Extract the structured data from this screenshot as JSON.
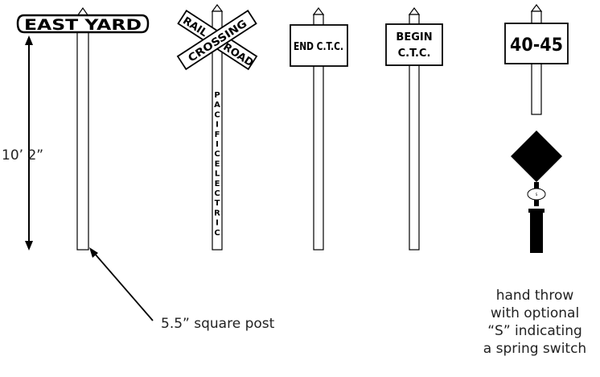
{
  "signs": {
    "east_yard": "EAST YARD",
    "crossing_upper_left": "RAIL",
    "crossing_upper_right": "CROSSING",
    "crossing_lower_left": "CROSSING",
    "crossing_lower_right": "ROAD",
    "post_lettering": [
      "P",
      "A",
      "C",
      "I",
      "F",
      "I",
      "C",
      "E",
      "L",
      "E",
      "C",
      "T",
      "R",
      "I",
      "C"
    ],
    "end_ctc": "END  C.T.C.",
    "begin_line1": "BEGIN",
    "begin_line2": "C.T.C.",
    "mile_post": "40-45"
  },
  "annotations": {
    "height": "10’ 2”",
    "post_size": "5.5” square post",
    "switch_note": [
      "hand throw",
      "with optional",
      "“S” indicating",
      "a spring switch"
    ]
  },
  "colors": {
    "ink": "#000000",
    "paper": "#ffffff"
  }
}
